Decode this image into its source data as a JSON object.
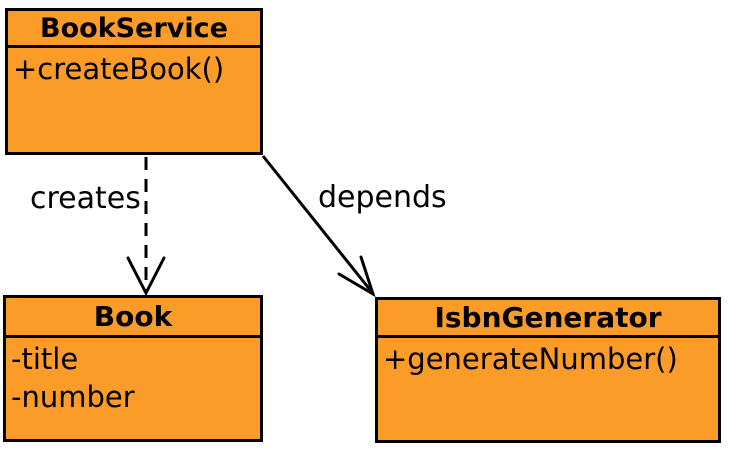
{
  "diagram": {
    "type": "uml-class-diagram",
    "colors": {
      "class_fill": "#FB9C28",
      "class_border": "#000000",
      "text": "#000000",
      "background": "#ffffff"
    },
    "classes": [
      {
        "id": "book-service",
        "name": "BookService",
        "members": [
          "+createBook()"
        ]
      },
      {
        "id": "book",
        "name": "Book",
        "members": [
          "-title",
          "-number"
        ]
      },
      {
        "id": "isbn-generator",
        "name": "IsbnGenerator",
        "members": [
          "+generateNumber()"
        ]
      }
    ],
    "relations": [
      {
        "label": "creates",
        "from": "book-service",
        "to": "book",
        "line": "dashed",
        "arrowhead": "open"
      },
      {
        "label": "depends",
        "from": "book-service",
        "to": "isbn-generator",
        "line": "solid",
        "arrowhead": "open"
      }
    ]
  }
}
